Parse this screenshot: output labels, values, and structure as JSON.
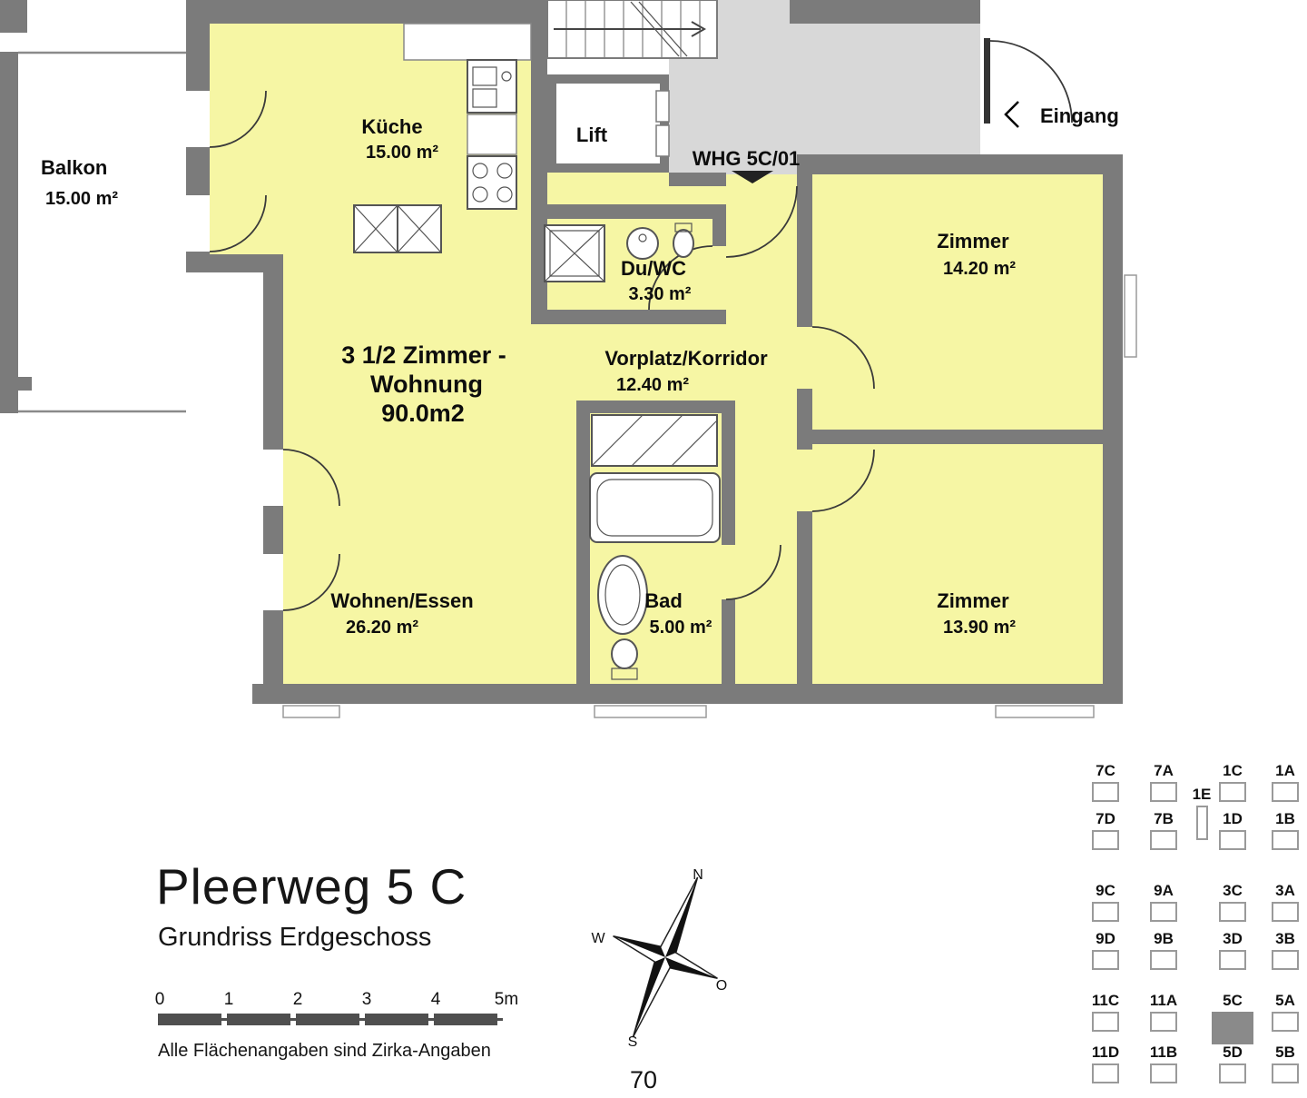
{
  "plan": {
    "rooms": {
      "balkon": {
        "name": "Balkon",
        "area": "15.00 m²"
      },
      "kueche": {
        "name": "Küche",
        "area": "15.00 m²"
      },
      "lift": {
        "name": "Lift"
      },
      "whg": {
        "name": "WHG 5C/01"
      },
      "eingang": {
        "name": "Eingang"
      },
      "zimmer1": {
        "name": "Zimmer",
        "area": "14.20 m²"
      },
      "duwc": {
        "name": "Du/WC",
        "area": "3.30 m²"
      },
      "vorplatz": {
        "name": "Vorplatz/Korridor",
        "area": "12.40 m²"
      },
      "wohnen": {
        "name": "Wohnen/Essen",
        "area": "26.20 m²"
      },
      "bad": {
        "name": "Bad",
        "area": "5.00 m²"
      },
      "zimmer2": {
        "name": "Zimmer",
        "area": "13.90 m²"
      },
      "apartment": {
        "line1": "3 1/2 Zimmer -",
        "line2": "Wohnung",
        "line3": "90.0m2"
      }
    }
  },
  "titleblock": {
    "title": "Pleerweg 5 C",
    "subtitle": "Grundriss Erdgeschoss",
    "note": "Alle Flächenangaben sind Zirka-Angaben"
  },
  "scalebar": {
    "ticks": [
      "0",
      "1",
      "2",
      "3",
      "4",
      "5m"
    ]
  },
  "compass": {
    "n": "N",
    "w": "W",
    "o": "O",
    "s": "S"
  },
  "page_number": "70",
  "legend": {
    "selected": "5C",
    "units": [
      "7C",
      "7A",
      "1C",
      "1A",
      "1E",
      "7D",
      "7B",
      "1D",
      "1B",
      "9C",
      "9A",
      "3C",
      "3A",
      "9D",
      "9B",
      "3D",
      "3B",
      "11C",
      "11A",
      "5C",
      "5A",
      "11D",
      "11B",
      "5D",
      "5B"
    ]
  },
  "colors": {
    "room_yellow": "#F6F6A4",
    "wall_gray": "#7b7b7b",
    "stairwell_gray": "#d8d8d8",
    "selected_unit_gray": "#8a8a8a"
  }
}
